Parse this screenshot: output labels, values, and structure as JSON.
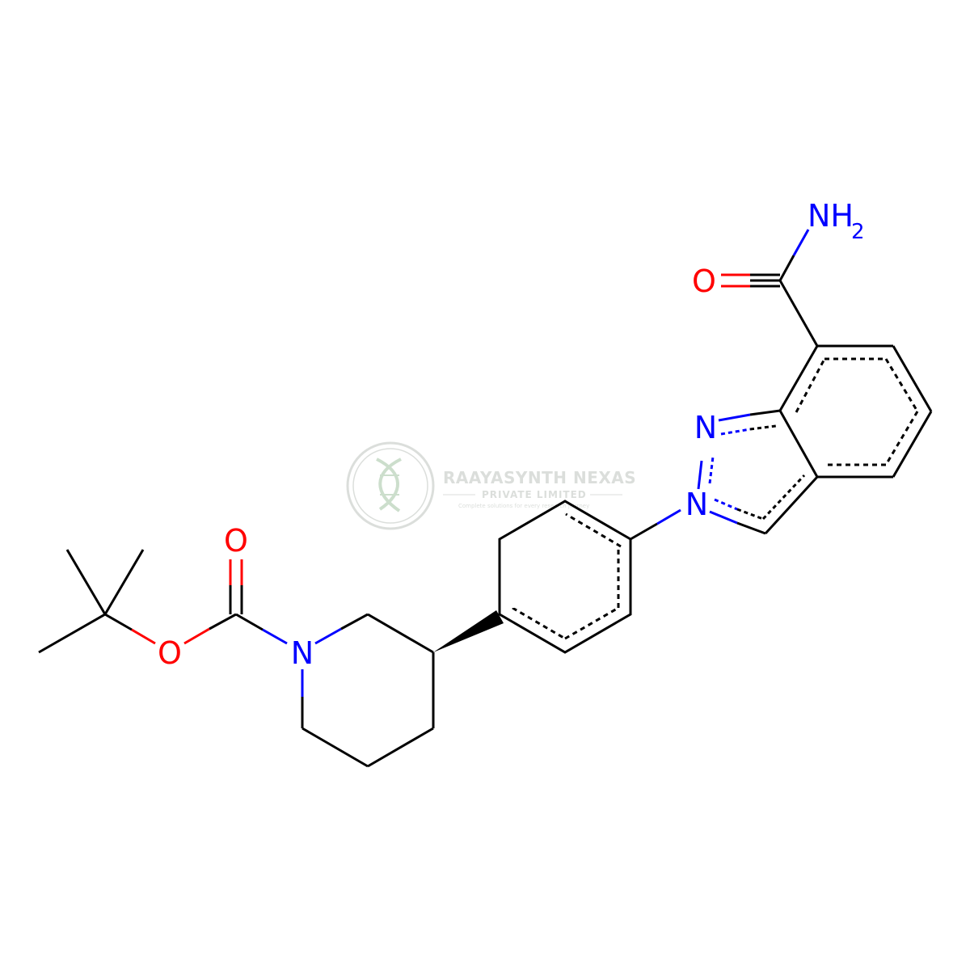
{
  "molecule": {
    "atoms": {
      "n_piperidine": "N",
      "o_carbonyl": "O",
      "o_ester": "O",
      "n_indazole_1": "N",
      "n_indazole_2": "N",
      "o_amide": "O",
      "nh2_amide": "NH",
      "nh2_subscript": "2"
    },
    "colors": {
      "bond": "#000000",
      "nitrogen": "#0000ff",
      "oxygen": "#ff0000"
    }
  },
  "watermark": {
    "company": "RAAYASYNTH NEXAS",
    "subtitle": "PRIVATE LIMITED",
    "tagline": "Complete solutions for every research journey",
    "color": "#9aa39a",
    "logo_icon": "dna-helix-icon"
  }
}
